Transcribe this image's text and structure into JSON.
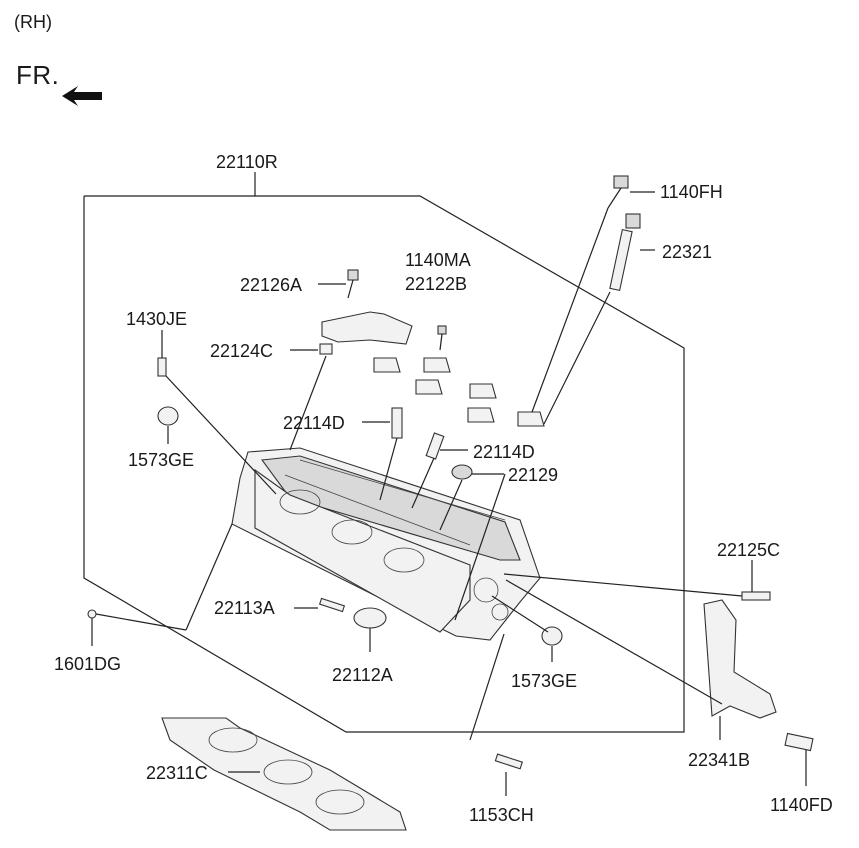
{
  "header": {
    "side_label": "(RH)",
    "front_label": "FR."
  },
  "parts": {
    "cylinder_head": "22110R",
    "bolt_top": "1140FH",
    "head_bolt": "22321",
    "bolt_1140ma": "1140MA",
    "cam_cap_22122b": "22122B",
    "bolt_22126a": "22126A",
    "stud_1430je": "1430JE",
    "seal_22124c": "22124C",
    "plug_left": "1573GE",
    "guide_22114d_left": "22114D",
    "guide_22114d_right": "22114D",
    "seal_22129": "22129",
    "stud_22125c": "22125C",
    "key_22113a": "22113A",
    "ring_22112a": "22112A",
    "pin_1601dg": "1601DG",
    "plug_right": "1573GE",
    "bracket_22341b": "22341B",
    "gasket_22311c": "22311C",
    "stud_1153ch": "1153CH",
    "bolt_1140fd": "1140FD"
  },
  "icons": {
    "front_arrow": "arrow-left-icon"
  }
}
